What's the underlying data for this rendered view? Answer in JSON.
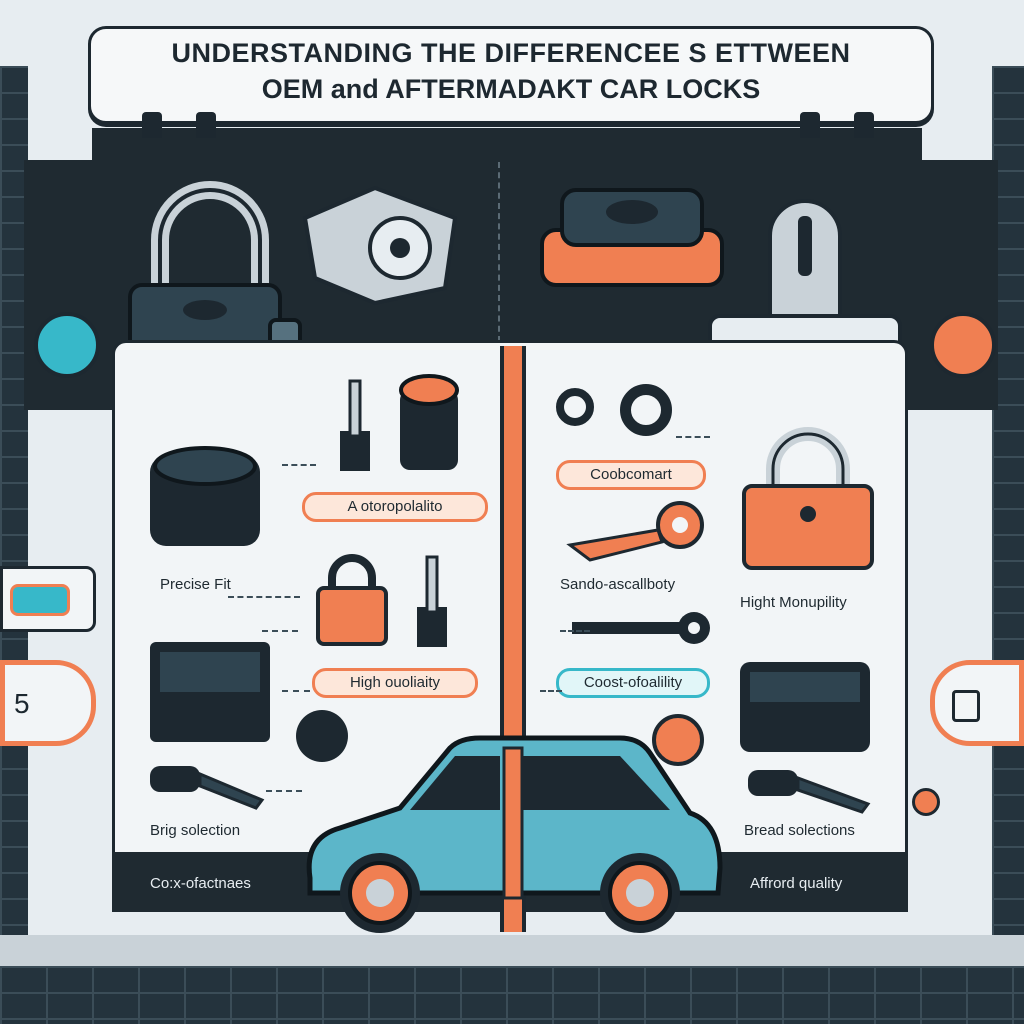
{
  "header": {
    "title_line1": "UNDERSTANDING  THE DIFFERENCEE S ETTWEEN",
    "title_line2": "OEM and AFTERMADAKT CAR LOCKS"
  },
  "left_panel": {
    "pill_label": "A otoropolalito",
    "feature_1": "Precise Fit",
    "pill_label_2": "High ouoliaity",
    "feature_2": "Brig solection",
    "footer": "Co:x-ofactnaes"
  },
  "right_panel": {
    "pill_label": "Coobcomart",
    "feature_1": "Sando-ascallboty",
    "feature_2": "Hight Monupility",
    "pill_label_2": "Coost-ofoalility",
    "feature_3": "Bread solections",
    "footer": "Affrord quality"
  },
  "side_badges": {
    "left_number": "5"
  },
  "colors": {
    "accent_orange": "#f07f52",
    "accent_teal": "#37b8c9",
    "dark": "#1d2830",
    "car_body": "#5cb6c9"
  }
}
